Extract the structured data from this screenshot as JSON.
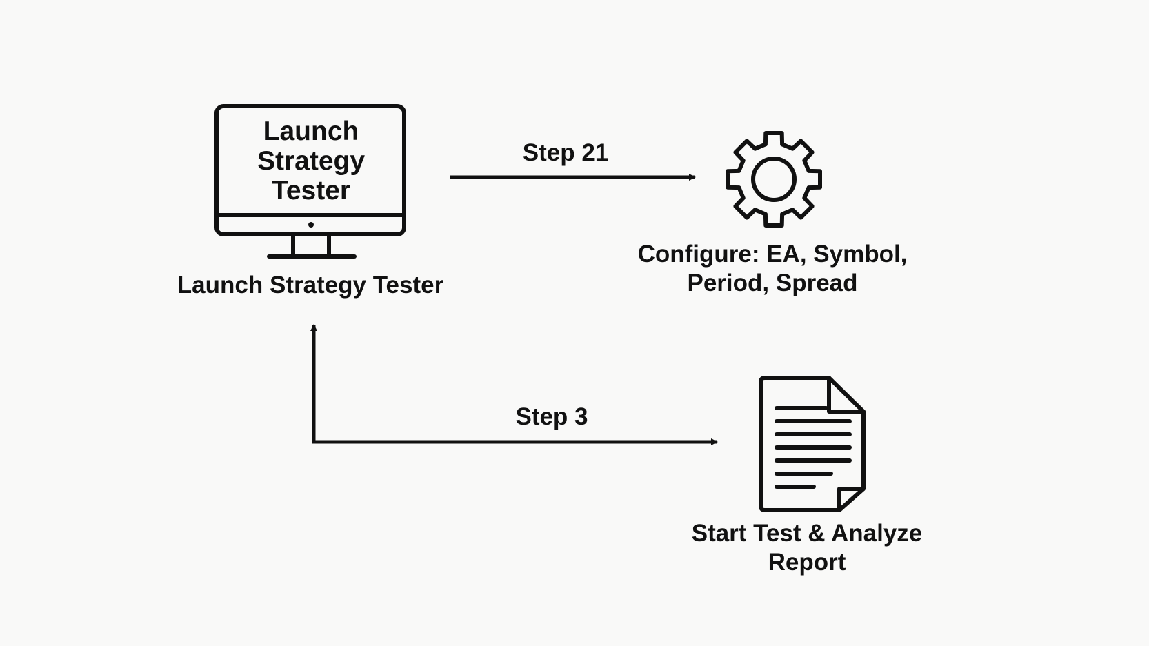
{
  "nodes": {
    "monitor": {
      "screen_text": "Launch Strategy Tester",
      "caption": "Launch Strategy Tester",
      "icon": "monitor-icon"
    },
    "configure": {
      "caption": "Configure: EA, Symbol, Period, Spread",
      "icon": "gear-icon"
    },
    "report": {
      "caption": "Start Test & Analyze Report",
      "icon": "document-icon"
    }
  },
  "edges": {
    "to_configure": {
      "label": "Step 21"
    },
    "to_report": {
      "label": "Step 3"
    }
  },
  "colors": {
    "background": "#f9f9f8",
    "stroke": "#111111"
  }
}
